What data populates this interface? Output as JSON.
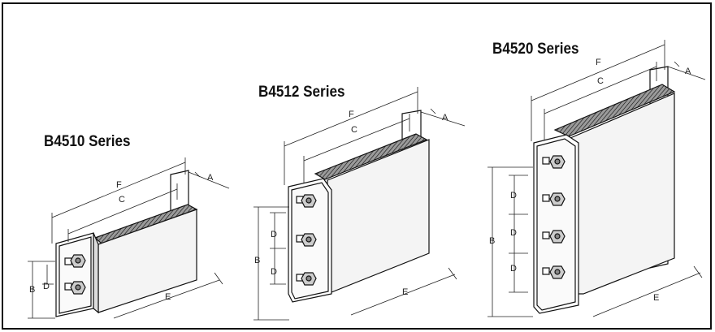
{
  "series": [
    {
      "title": "B4510 Series",
      "labels": {
        "A": "A",
        "B": "B",
        "C": "C",
        "D": "D",
        "E": "E",
        "F": "F"
      }
    },
    {
      "title": "B4512 Series",
      "labels": {
        "A": "A",
        "B": "B",
        "C": "C",
        "D": "D",
        "E": "E",
        "F": "F"
      }
    },
    {
      "title": "B4520 Series",
      "labels": {
        "A": "A",
        "B": "B",
        "C": "C",
        "D": "D",
        "E": "E",
        "F": "F"
      }
    }
  ]
}
